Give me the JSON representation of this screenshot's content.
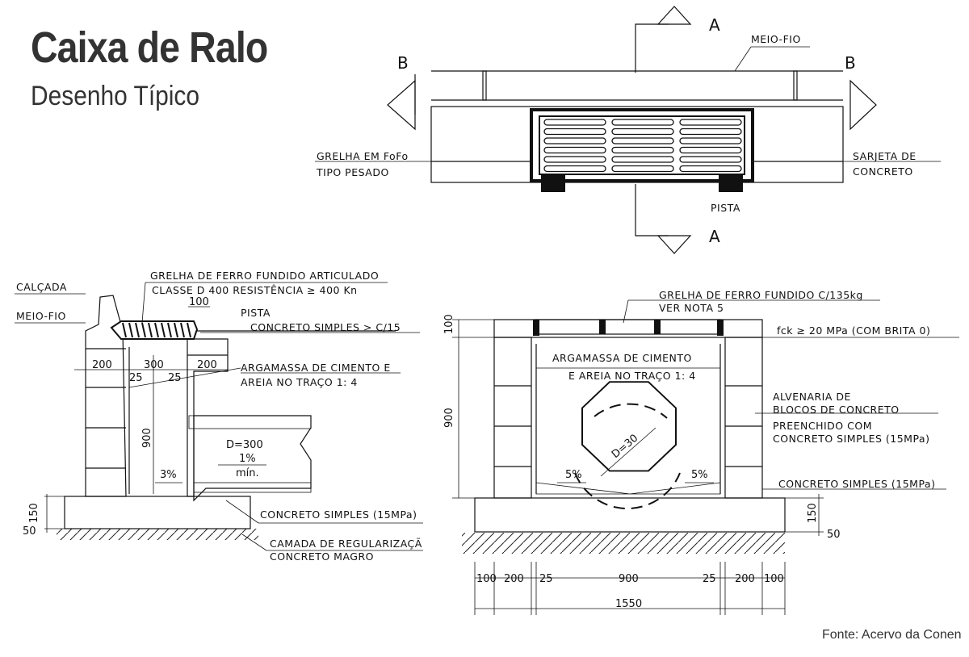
{
  "header": {
    "title": "Caixa de Ralo",
    "subtitle": "Desenho Típico"
  },
  "source": "Fonte: Acervo da Conen",
  "plan": {
    "section_a": "A",
    "section_b": "B",
    "meio_fio": "MEIO-FIO",
    "grelha_1": "GRELHA EM FoFo",
    "grelha_2": "TIPO PESADO",
    "sarjeta_1": "SARJETA DE",
    "sarjeta_2": "CONCRETO",
    "pista": "PISTA"
  },
  "section_left": {
    "calcada": "CALÇADA",
    "meio_fio": "MEIO-FIO",
    "grelha_1": "GRELHA DE FERRO FUNDIDO ARTICULADO",
    "grelha_2": "CLASSE D 400  RESISTÊNCIA ≥ 400 Kn",
    "dim_100": "100",
    "pista": "PISTA",
    "concreto_top": "CONCRETO SIMPLES > C/15",
    "argamassa_1": "ARGAMASSA DE CIMENTO E",
    "argamassa_2": "AREIA NO TRAÇO 1: 4",
    "dim_200a": "200",
    "dim_300": "300",
    "dim_200b": "200",
    "dim_25a": "25",
    "dim_25b": "25",
    "dim_900": "900",
    "pipe_d": "D=300",
    "pipe_slope": "1%",
    "pipe_min": "mín.",
    "slope_3": "3%",
    "dim_150": "150",
    "dim_50": "50",
    "concreto_base": "CONCRETO SIMPLES (15MPa)",
    "camada_1": "CAMADA DE REGULARIZAÇÃ",
    "camada_2": "CONCRETO MAGRO"
  },
  "section_right": {
    "grelha_1": "GRELHA DE FERRO FUNDIDO C/135kg",
    "grelha_2": "VER NOTA 5",
    "fck": "fck ≥ 20 MPa (COM BRITA 0)",
    "argamassa_1": "ARGAMASSA DE CIMENTO",
    "argamassa_2": "E AREIA NO TRAÇO 1: 4",
    "alvenaria_1": "ALVENARIA DE",
    "alvenaria_2": "BLOCOS DE CONCRETO",
    "preenchido_1": "PREENCHIDO COM",
    "preenchido_2": "CONCRETO SIMPLES (15MPa)",
    "concreto_base": "CONCRETO SIMPLES (15MPa)",
    "pipe_d": "D=30",
    "slope_left": "5%",
    "slope_right": "5%",
    "dim_100": "100",
    "dim_900": "900",
    "dim_150": "150",
    "dim_50": "50",
    "bottom_dims": [
      "100",
      "200",
      "25",
      "900",
      "25",
      "200",
      "100"
    ],
    "dim_total": "1550"
  }
}
